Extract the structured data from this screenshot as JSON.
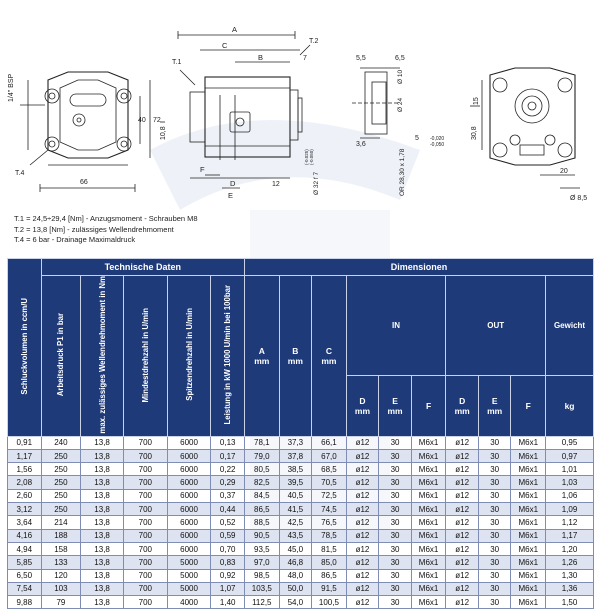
{
  "drawing": {
    "labels": {
      "A": "A",
      "B": "B",
      "C": "C",
      "D": "D",
      "E": "E",
      "F": "F",
      "T1": "T.1",
      "T2": "T.2",
      "T4": "T.4",
      "bsp": "1/4\" BSP",
      "dim_40": "40",
      "dim_72": "72",
      "dim_66": "66",
      "dim_7": "7",
      "dim_10_8": "10,8",
      "dim_12": "12",
      "dim_32f7": "Ø 32 f 7",
      "tol_1": "(-0.025)",
      "tol_2": "(-0.050)",
      "dim_5_5": "5,5",
      "dim_6_5": "6,5",
      "dim_10": "Ø 10",
      "dim_24": "Ø 24",
      "dim_3_6": "3,6",
      "dim_5": "5",
      "tol_3": "-0,020",
      "tol_4": "-0,050",
      "oring": "OR 28,30 x 1,78",
      "dim_15": "15",
      "dim_30_8": "30,8",
      "dim_20": "20",
      "dim_8_5": "Ø 8,5"
    }
  },
  "notes": [
    "T.1 = 24,5÷29,4 [Nm] - Anzugsmoment - Schrauben M8",
    "T.2 = 13,8 [Nm] - zulässiges Wellendrehmoment",
    "T.4 = 6 bar - Drainage Maximaldruck"
  ],
  "table": {
    "group_technische": "Technische Daten",
    "group_dimensionen": "Dimensionen",
    "col_schluck": "Schluckvolumen in ccm/U",
    "col_arbeit": "Arbeitsdruck P1 in bar",
    "col_wellen": "max. zulässiges Wellendrehmoment in Nm",
    "col_mindest": "Mindestdrehzahl in U/min",
    "col_spitzen": "Spitzendrehzahl in U/min",
    "col_leistung": "Leistung in kW 1000 U/min bei 100bar",
    "in_label": "IN",
    "out_label": "OUT",
    "gewicht_label": "Gewicht",
    "kg_label": "kg",
    "mm": "mm",
    "A": "A",
    "B": "B",
    "C": "C",
    "D": "D",
    "E": "E",
    "F": "F",
    "rows": [
      [
        "0,91",
        "240",
        "13,8",
        "700",
        "6000",
        "0,13",
        "78,1",
        "37,3",
        "66,1",
        "ø12",
        "30",
        "M6x1",
        "ø12",
        "30",
        "M6x1",
        "0,95"
      ],
      [
        "1,17",
        "250",
        "13,8",
        "700",
        "6000",
        "0,17",
        "79,0",
        "37,8",
        "67,0",
        "ø12",
        "30",
        "M6x1",
        "ø12",
        "30",
        "M6x1",
        "0,97"
      ],
      [
        "1,56",
        "250",
        "13,8",
        "700",
        "6000",
        "0,22",
        "80,5",
        "38,5",
        "68,5",
        "ø12",
        "30",
        "M6x1",
        "ø12",
        "30",
        "M6x1",
        "1,01"
      ],
      [
        "2,08",
        "250",
        "13,8",
        "700",
        "6000",
        "0,29",
        "82,5",
        "39,5",
        "70,5",
        "ø12",
        "30",
        "M6x1",
        "ø12",
        "30",
        "M6x1",
        "1,03"
      ],
      [
        "2,60",
        "250",
        "13,8",
        "700",
        "6000",
        "0,37",
        "84,5",
        "40,5",
        "72,5",
        "ø12",
        "30",
        "M6x1",
        "ø12",
        "30",
        "M6x1",
        "1,06"
      ],
      [
        "3,12",
        "250",
        "13,8",
        "700",
        "6000",
        "0,44",
        "86,5",
        "41,5",
        "74,5",
        "ø12",
        "30",
        "M6x1",
        "ø12",
        "30",
        "M6x1",
        "1,09"
      ],
      [
        "3,64",
        "214",
        "13,8",
        "700",
        "6000",
        "0,52",
        "88,5",
        "42,5",
        "76,5",
        "ø12",
        "30",
        "M6x1",
        "ø12",
        "30",
        "M6x1",
        "1,12"
      ],
      [
        "4,16",
        "188",
        "13,8",
        "700",
        "6000",
        "0,59",
        "90,5",
        "43,5",
        "78,5",
        "ø12",
        "30",
        "M6x1",
        "ø12",
        "30",
        "M6x1",
        "1,17"
      ],
      [
        "4,94",
        "158",
        "13,8",
        "700",
        "6000",
        "0,70",
        "93,5",
        "45,0",
        "81,5",
        "ø12",
        "30",
        "M6x1",
        "ø12",
        "30",
        "M6x1",
        "1,20"
      ],
      [
        "5,85",
        "133",
        "13,8",
        "700",
        "5000",
        "0,83",
        "97,0",
        "46,8",
        "85,0",
        "ø12",
        "30",
        "M6x1",
        "ø12",
        "30",
        "M6x1",
        "1,26"
      ],
      [
        "6,50",
        "120",
        "13,8",
        "700",
        "5000",
        "0,92",
        "98,5",
        "48,0",
        "86,5",
        "ø12",
        "30",
        "M6x1",
        "ø12",
        "30",
        "M6x1",
        "1,30"
      ],
      [
        "7,54",
        "103",
        "13,8",
        "700",
        "5000",
        "1,07",
        "103,5",
        "50,0",
        "91,5",
        "ø12",
        "30",
        "M6x1",
        "ø12",
        "30",
        "M6x1",
        "1,36"
      ],
      [
        "9,88",
        "79",
        "13,8",
        "700",
        "4000",
        "1,40",
        "112,5",
        "54,0",
        "100,5",
        "ø12",
        "30",
        "M6x1",
        "ø12",
        "30",
        "M6x1",
        "1,50"
      ]
    ]
  }
}
